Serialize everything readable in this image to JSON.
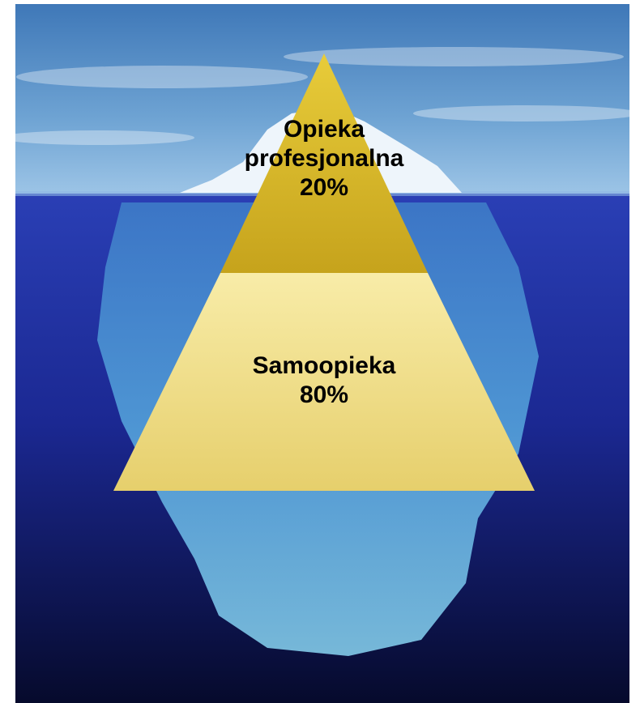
{
  "diagram": {
    "type": "iceberg-pyramid",
    "levels": [
      {
        "name": "top",
        "lines": [
          "Opieka",
          "profesjonalna",
          "20%"
        ],
        "percent": 20,
        "color": "#d6b62a"
      },
      {
        "name": "bottom",
        "lines": [
          "Samoopieka",
          "80%"
        ],
        "percent": 80,
        "color": "#f0dc8a"
      }
    ],
    "colors": {
      "sky": "#5b93c8",
      "sea": "#1d2a9e",
      "deep_sea": "#0a0f3a",
      "ice": "#8fd6f3"
    }
  }
}
